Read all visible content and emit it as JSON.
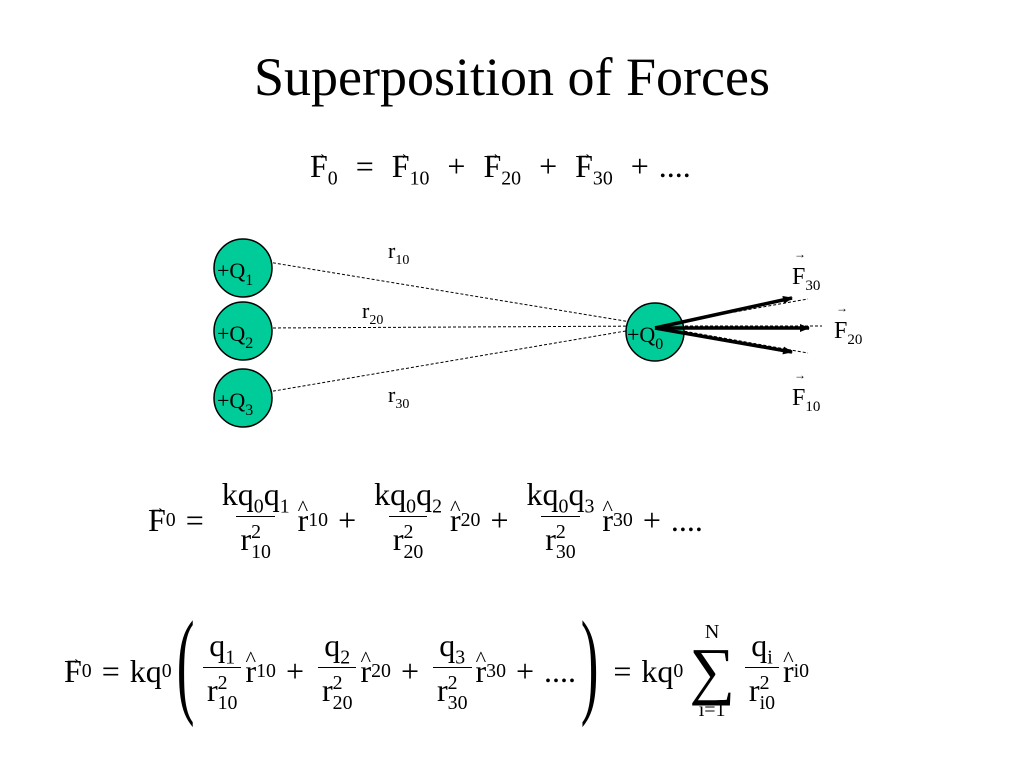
{
  "title": "Superposition of Forces",
  "eq1": {
    "F0": "F",
    "F0_sub": "0",
    "eq": "=",
    "t1": "F",
    "t1_sub": "10",
    "t2": "F",
    "t2_sub": "20",
    "t3": "F",
    "t3_sub": "30",
    "plus": "+",
    "dots": "...."
  },
  "diagram": {
    "charges": [
      {
        "label": "+Q",
        "sub": "1"
      },
      {
        "label": "+Q",
        "sub": "2"
      },
      {
        "label": "+Q",
        "sub": "3"
      },
      {
        "label": "+Q",
        "sub": "0"
      }
    ],
    "distances": [
      {
        "label": "r",
        "sub": "10"
      },
      {
        "label": "r",
        "sub": "20"
      },
      {
        "label": "r",
        "sub": "30"
      }
    ],
    "forces": [
      {
        "label": "F",
        "sub": "30"
      },
      {
        "label": "F",
        "sub": "20"
      },
      {
        "label": "F",
        "sub": "10"
      }
    ],
    "colors": {
      "charge_fill": "#00cc99",
      "line": "#000000"
    }
  },
  "eq2": {
    "lhs": "F",
    "lhs_sub": "0",
    "eq": "=",
    "terms": [
      {
        "num_a": "kq",
        "num_a_sub": "0",
        "num_b": "q",
        "num_b_sub": "1",
        "den": "r",
        "den_sub": "10",
        "den_sup": "2",
        "hat": "r",
        "hat_sub": "10"
      },
      {
        "num_a": "kq",
        "num_a_sub": "0",
        "num_b": "q",
        "num_b_sub": "2",
        "den": "r",
        "den_sub": "20",
        "den_sup": "2",
        "hat": "r",
        "hat_sub": "20"
      },
      {
        "num_a": "kq",
        "num_a_sub": "0",
        "num_b": "q",
        "num_b_sub": "3",
        "den": "r",
        "den_sub": "30",
        "den_sup": "2",
        "hat": "r",
        "hat_sub": "30"
      }
    ],
    "plus": "+",
    "dots": "...."
  },
  "eq3": {
    "lhs": "F",
    "lhs_sub": "0",
    "eq": "=",
    "kq": "kq",
    "kq_sub": "0",
    "terms": [
      {
        "num": "q",
        "num_sub": "1",
        "den": "r",
        "den_sub": "10",
        "den_sup": "2",
        "hat": "r",
        "hat_sub": "10"
      },
      {
        "num": "q",
        "num_sub": "2",
        "den": "r",
        "den_sub": "20",
        "den_sup": "2",
        "hat": "r",
        "hat_sub": "20"
      },
      {
        "num": "q",
        "num_sub": "3",
        "den": "r",
        "den_sub": "30",
        "den_sup": "2",
        "hat": "r",
        "hat_sub": "30"
      }
    ],
    "plus": "+",
    "dots": "....",
    "lparen": "(",
    "rparen": ")",
    "sum_top": "N",
    "sum_sym": "∑",
    "sum_bot": "i=1",
    "final_num": "q",
    "final_num_sub": "i",
    "final_den": "r",
    "final_den_sub": "i0",
    "final_den_sup": "2",
    "final_hat": "r",
    "final_hat_sub": "i0"
  }
}
